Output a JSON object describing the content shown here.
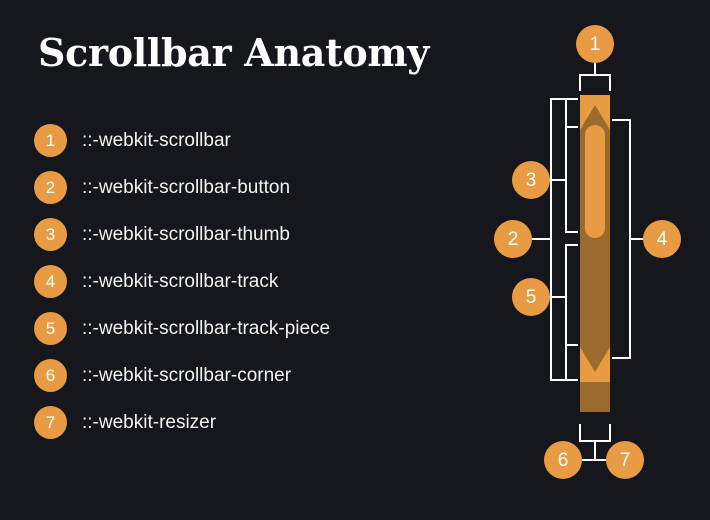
{
  "title": "Scrollbar Anatomy",
  "colors": {
    "background": "#16171d",
    "accent": "#e89b43",
    "track": "#9a6b2d",
    "thumb": "#e89b43",
    "button": "#e89b43",
    "corner": "#9a6b2d",
    "line": "#ffffff",
    "title_text": "#fdfdfd",
    "label_text": "#f2f2f2"
  },
  "legend": {
    "items": [
      {
        "number": "1",
        "label": "::-webkit-scrollbar"
      },
      {
        "number": "2",
        "label": "::-webkit-scrollbar-button"
      },
      {
        "number": "3",
        "label": "::-webkit-scrollbar-thumb"
      },
      {
        "number": "4",
        "label": "::-webkit-scrollbar-track"
      },
      {
        "number": "5",
        "label": "::-webkit-scrollbar-track-piece"
      },
      {
        "number": "6",
        "label": "::-webkit-scrollbar-corner"
      },
      {
        "number": "7",
        "label": "::-webkit-resizer"
      }
    ]
  },
  "diagram": {
    "callouts": [
      {
        "number": "1",
        "target": "::-webkit-scrollbar"
      },
      {
        "number": "2",
        "target": "::-webkit-scrollbar-button"
      },
      {
        "number": "3",
        "target": "::-webkit-scrollbar-thumb"
      },
      {
        "number": "4",
        "target": "::-webkit-scrollbar-track"
      },
      {
        "number": "5",
        "target": "::-webkit-scrollbar-track-piece"
      },
      {
        "number": "6",
        "target": "::-webkit-scrollbar-corner"
      },
      {
        "number": "7",
        "target": "::-webkit-resizer"
      }
    ],
    "parts": [
      {
        "name": "scrollbar-button-up",
        "shape": "arrow-up"
      },
      {
        "name": "scrollbar-thumb",
        "shape": "rounded-bar"
      },
      {
        "name": "scrollbar-track-piece",
        "shape": "bar"
      },
      {
        "name": "scrollbar-button-down",
        "shape": "arrow-down"
      },
      {
        "name": "scrollbar-corner",
        "shape": "bar"
      }
    ]
  }
}
